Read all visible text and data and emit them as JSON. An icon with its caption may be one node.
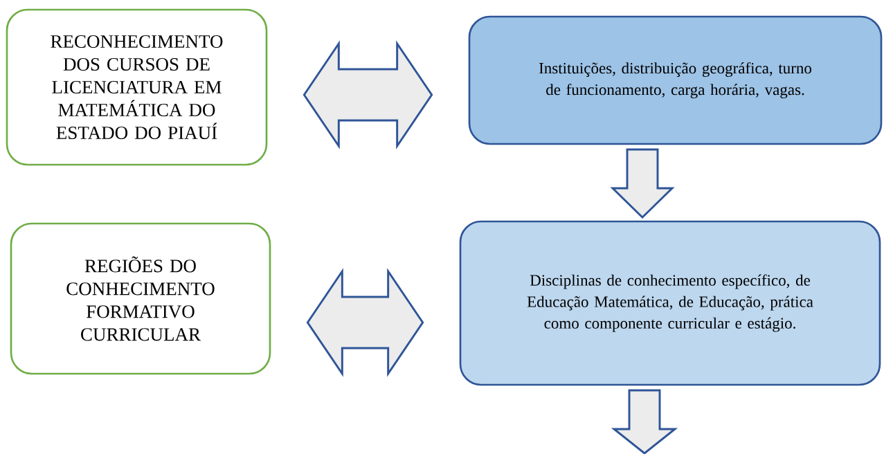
{
  "diagram": {
    "nodes": [
      {
        "text": [
          "RECONHECIMENTO DOS CURSOS DE LICENCIATURA EM MATEMÁTICA DO ESTADO DO PIAUÍ"
        ]
      },
      {
        "text": [
          "Instituições, distribuição geográfica, turno de funcionamento, carga horária, vagas."
        ]
      },
      {
        "text": [
          "REGIÕES DO CONHECIMENTO FORMATIVO CURRICULAR"
        ]
      },
      {
        "text": [
          "Disciplinas de conhecimento específico, de Educação Matemática, de Educação, prática como componente curricular e estágio."
        ]
      }
    ],
    "edges": [
      {
        "from": 0,
        "to": 1,
        "arrow": "both"
      },
      {
        "from": 1,
        "to": 3,
        "arrow": "to"
      },
      {
        "from": 2,
        "to": 3,
        "arrow": "both"
      },
      {
        "from": 3,
        "to": null,
        "arrow": "to"
      }
    ]
  }
}
